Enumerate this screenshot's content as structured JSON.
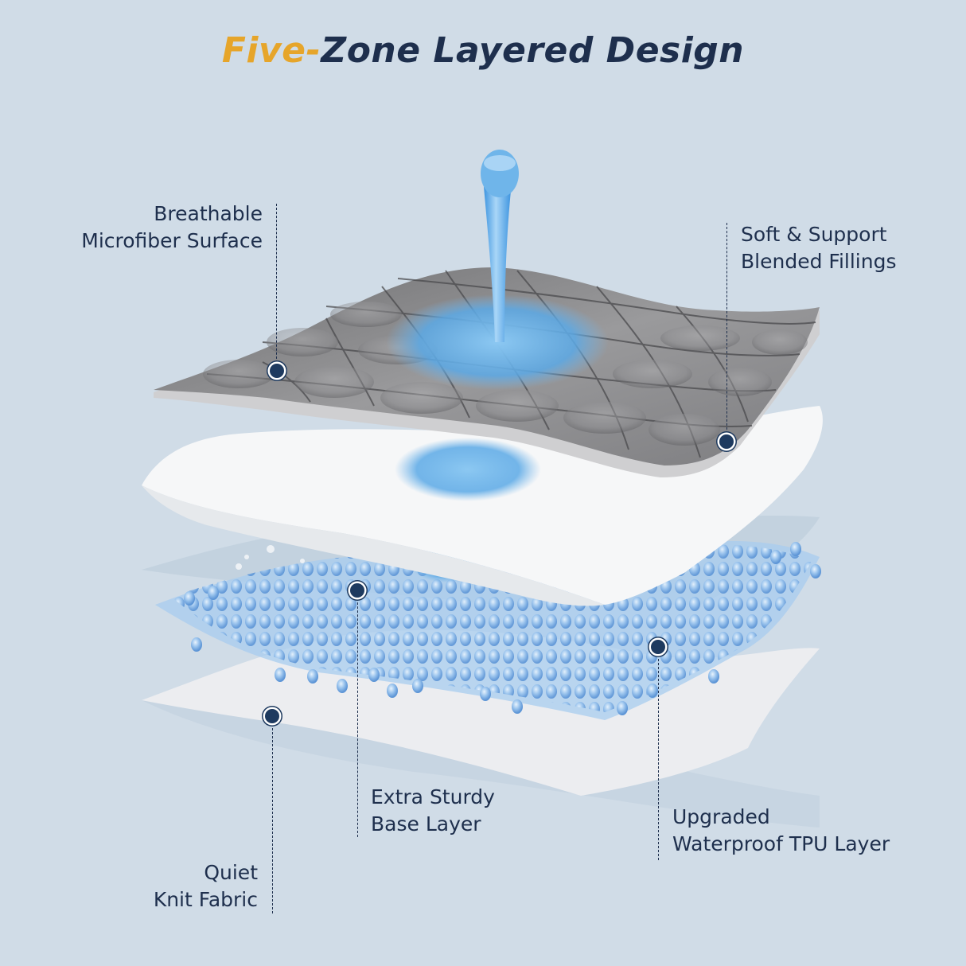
{
  "title": {
    "accent_text": "Five-",
    "main_text": "Zone Layered Design",
    "accent_color": "#e6a52a",
    "main_color": "#1e2f4d"
  },
  "background_color": "#d0dce7",
  "illustration": {
    "subject": "exploded view of quilted mattress pad layers with water pouring onto top surface",
    "layers": [
      {
        "name": "quilted-top",
        "color": "#8c8c8c"
      },
      {
        "name": "white-filling",
        "color": "#f6f7f8"
      },
      {
        "name": "waterproof-tpu-bubbles",
        "color": "#8fbbe8"
      },
      {
        "name": "base-layer",
        "color": "#eceef0"
      }
    ],
    "water_color": "#5ba9e6"
  },
  "callouts": [
    {
      "id": "breathable",
      "lines": [
        "Breathable",
        "Microfiber Surface"
      ]
    },
    {
      "id": "fillings",
      "lines": [
        "Soft & Support",
        "Blended Fillings"
      ]
    },
    {
      "id": "base",
      "lines": [
        "Extra Sturdy",
        "Base Layer"
      ]
    },
    {
      "id": "tpu",
      "lines": [
        "Upgraded",
        "Waterproof TPU Layer"
      ]
    },
    {
      "id": "knit",
      "lines": [
        "Quiet",
        "Knit Fabric"
      ]
    }
  ]
}
